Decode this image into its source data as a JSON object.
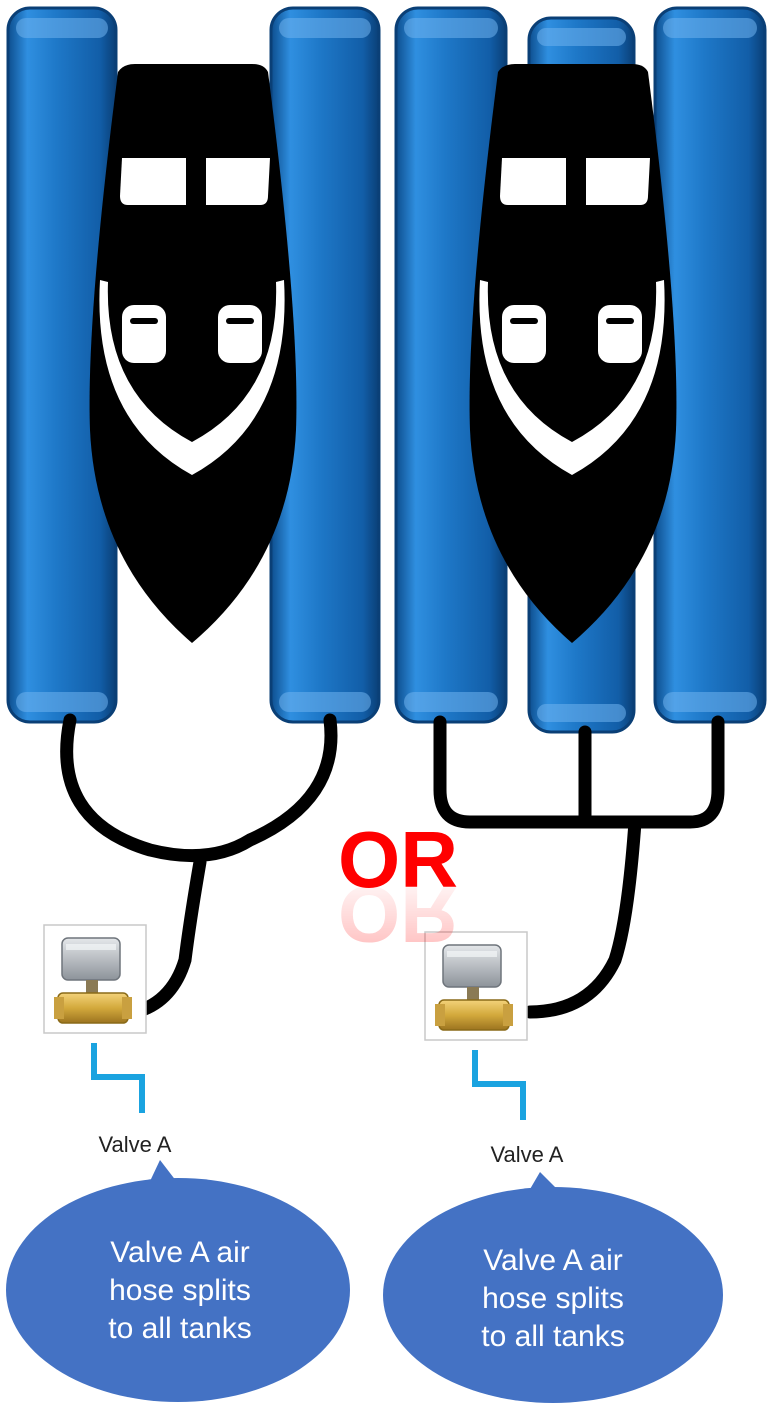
{
  "diagram": {
    "divider_text": "OR",
    "left": {
      "valve_label": "Valve A",
      "callout_lines": [
        "Valve A air",
        "hose splits",
        "to all tanks"
      ]
    },
    "right": {
      "valve_label": "Valve A",
      "callout_lines": [
        "Valve A air",
        "hose splits",
        "to all tanks"
      ]
    }
  },
  "colors": {
    "tank_blue": "#1e78c8",
    "tank_blue_dark": "#0b4f92",
    "tank_highlight": "#6fb3ee",
    "boat_black": "#000000",
    "hose_black": "#000000",
    "or_red": "#ff0000",
    "water_line_blue": "#1aa3e0",
    "callout_fill": "#4472c4",
    "callout_text": "#ffffff",
    "valve_brass": "#d8b040",
    "valve_actuator": "#b7bcc2"
  }
}
